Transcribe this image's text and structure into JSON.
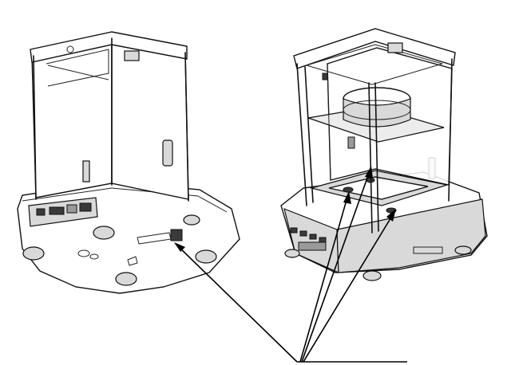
{
  "figure": {
    "colors": {
      "line": "#111111",
      "shade": "#d9d9d9",
      "dark": "#3a3a3a",
      "background": "#ffffff"
    },
    "views": [
      "balance-bottom-view",
      "balance-front-view"
    ],
    "callouts": [
      {
        "name": "leader-bottom-socket",
        "target": "bottom-view-underside-socket"
      },
      {
        "name": "leader-pan-hole-left",
        "target": "front-view-pan-support-left"
      },
      {
        "name": "leader-pan-hole-center",
        "target": "front-view-pan-support-center"
      },
      {
        "name": "leader-pan-hole-right",
        "target": "front-view-pan-support-right"
      }
    ]
  }
}
